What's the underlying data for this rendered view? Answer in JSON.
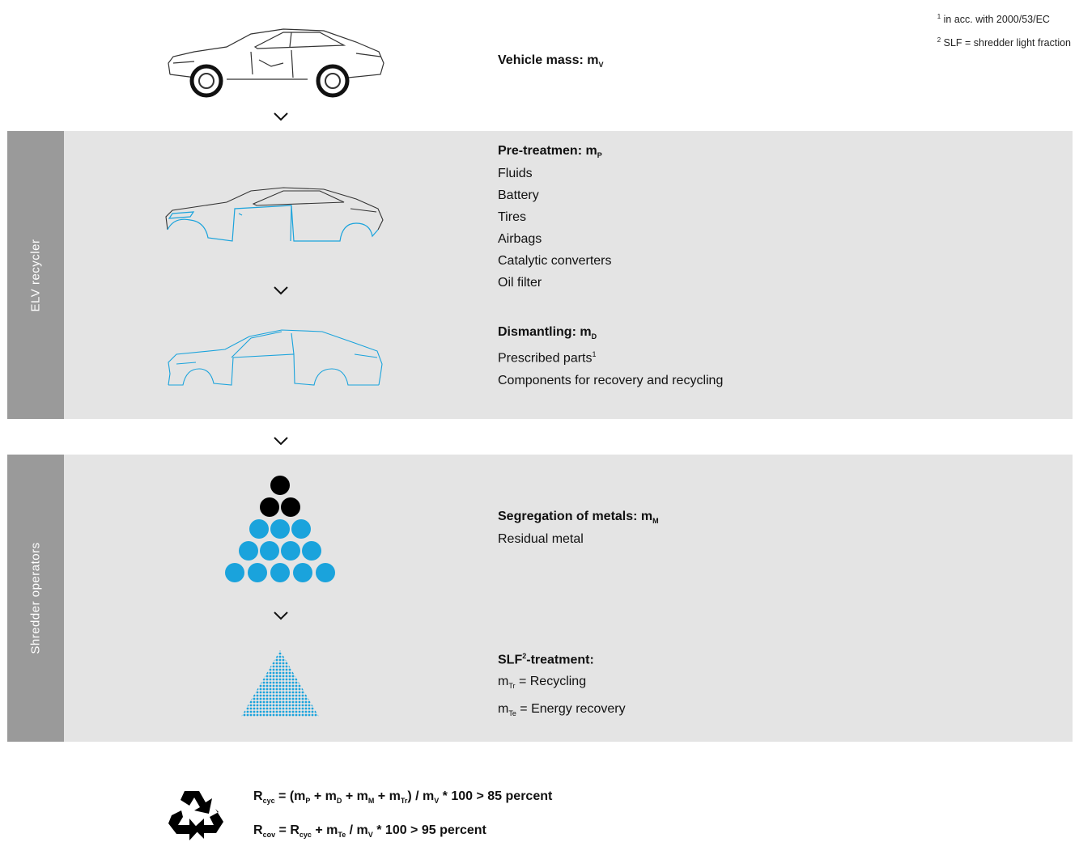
{
  "footnotes": {
    "note1_mark": "1",
    "note1_text": "in acc. with 2000/53/EC",
    "note2_mark": "2",
    "note2_text": "SLF = shredder light fraction"
  },
  "vehicle": {
    "title": "Vehicle mass: m",
    "title_sub": "V"
  },
  "elv_section": {
    "label": "ELV recycler",
    "pretreatment": {
      "title": "Pre-treatmen: m",
      "title_sub": "P",
      "items": [
        "Fluids",
        "Battery",
        "Tires",
        "Airbags",
        "Catalytic converters",
        "Oil filter"
      ]
    },
    "dismantling": {
      "title": "Dismantling: m",
      "title_sub": "D",
      "item1": "Prescribed parts",
      "item1_sup": "1",
      "item2": "Components for recovery and recycling"
    }
  },
  "shredder_section": {
    "label": "Shredder operators",
    "segregation": {
      "title": "Segregation of metals: m",
      "title_sub": "M",
      "item1": "Residual metal"
    },
    "slf": {
      "title_a": "SLF",
      "title_sup": "2",
      "title_b": "-treatment:",
      "line1_m": "m",
      "line1_sub": "Tr",
      "line1_text": " = Recycling",
      "line2_m": "m",
      "line2_sub": "Te",
      "line2_text": " = Energy recovery"
    }
  },
  "formulas": {
    "f1": {
      "R": "R",
      "R_sub": "cyc",
      "p1": " = (m",
      "s1": "P",
      "p2": " + m",
      "s2": "D",
      "p3": " + m",
      "s3": "M",
      "p4": " + m",
      "s4": "Tr",
      "p5": ") / m",
      "s5": "V",
      "p6": " * 100 > 85 percent"
    },
    "f2": {
      "R": "R",
      "R_sub": "cov",
      "p1": " = R",
      "s1": "cyc",
      "p2": " + m",
      "s2": "Te",
      "p3": " / m",
      "s3": "V",
      "p4": " * 100 > 95 percent"
    }
  },
  "icons": {
    "arrow": "chevron-down-icon",
    "recycle": "recycle-icon"
  },
  "colors": {
    "accent_blue": "#1aa3dc",
    "panel_gray": "#e4e4e4",
    "tab_gray": "#9a9a9a",
    "black_ball": "#000000"
  }
}
